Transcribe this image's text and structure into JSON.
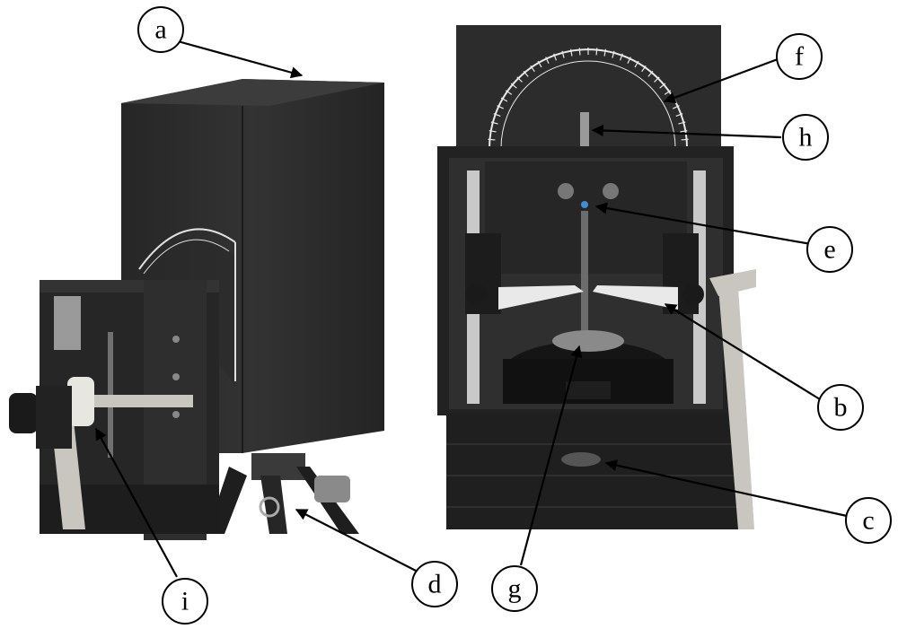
{
  "callouts": {
    "a": "a",
    "b": "b",
    "c": "c",
    "d": "d",
    "e": "e",
    "f": "f",
    "g": "g",
    "h": "h",
    "i": "i"
  },
  "colors": {
    "housing": "#2b2b2b",
    "housing_dark": "#1a1a1a",
    "metal": "#b9b9b9",
    "tape": "#c8c6be",
    "background": "#ffffff"
  }
}
